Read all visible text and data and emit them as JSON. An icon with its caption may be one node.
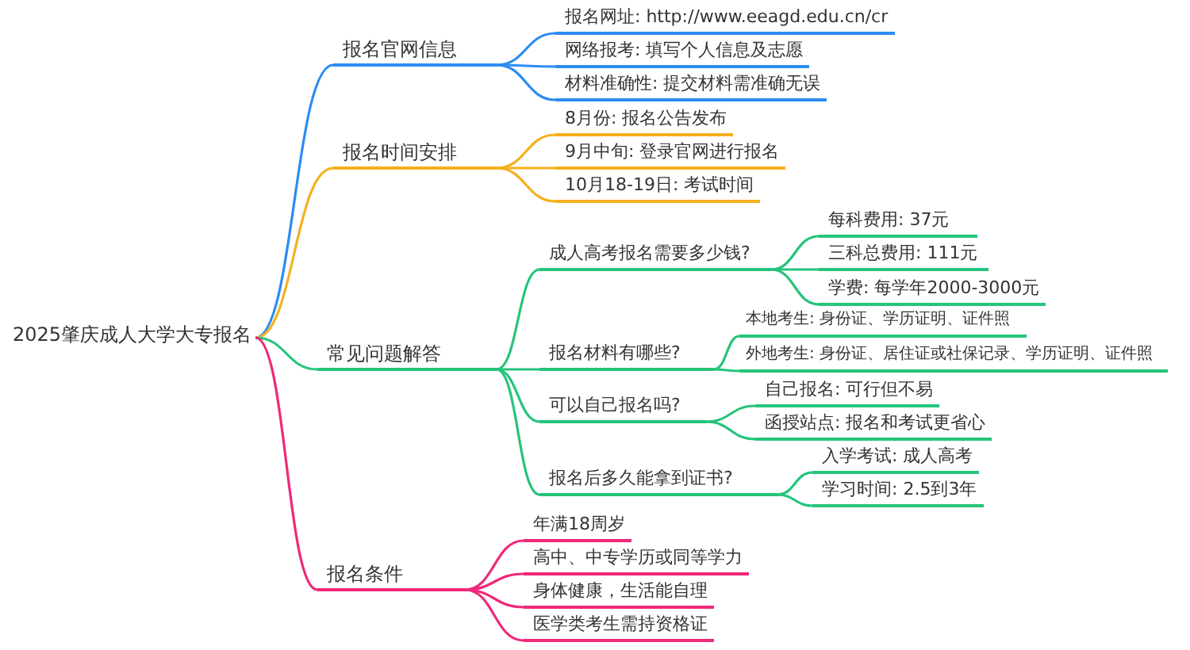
{
  "diagram": {
    "nodes": [
      {
        "text": [
          "2025肇庆成人大学大专报名"
        ]
      },
      {
        "text": [
          "报名官网信息"
        ]
      },
      {
        "text": [
          "报名网址: http://www.eeagd.edu.cn/cr"
        ]
      },
      {
        "text": [
          "网络报考: 填写个人信息及志愿"
        ]
      },
      {
        "text": [
          "材料准确性: 提交材料需准确无误"
        ]
      },
      {
        "text": [
          "报名时间安排"
        ]
      },
      {
        "text": [
          "8月份: 报名公告发布"
        ]
      },
      {
        "text": [
          "9月中旬: 登录官网进行报名"
        ]
      },
      {
        "text": [
          "10月18-19日: 考试时间"
        ]
      },
      {
        "text": [
          "常见问题解答"
        ]
      },
      {
        "text": [
          "成人高考报名需要多少钱?"
        ]
      },
      {
        "text": [
          "每科费用: 37元"
        ]
      },
      {
        "text": [
          "三科总费用: 111元"
        ]
      },
      {
        "text": [
          "学费: 每学年2000-3000元"
        ]
      },
      {
        "text": [
          "报名材料有哪些?"
        ]
      },
      {
        "text": [
          "本地考生: 身份证、学历证明、证件照"
        ]
      },
      {
        "text": [
          "外地考生: 身份证、居住证或社保记录、学历证明、证件照"
        ]
      },
      {
        "text": [
          "可以自己报名吗?"
        ]
      },
      {
        "text": [
          "自己报名: 可行但不易"
        ]
      },
      {
        "text": [
          "函授站点: 报名和考试更省心"
        ]
      },
      {
        "text": [
          "报名后多久能拿到证书?"
        ]
      },
      {
        "text": [
          "入学考试: 成人高考"
        ]
      },
      {
        "text": [
          "学习时间: 2.5到3年"
        ]
      },
      {
        "text": [
          "报名条件"
        ]
      },
      {
        "text": [
          "年满18周岁"
        ]
      },
      {
        "text": [
          "高中、中专学历或同等学力"
        ]
      },
      {
        "text": [
          "身体健康，生活能自理"
        ]
      },
      {
        "text": [
          "医学类考生需持资格证"
        ]
      }
    ],
    "edges": [
      {
        "from": 0,
        "to": 1,
        "arrow": "none",
        "color": "#2b8cf2"
      },
      {
        "from": 1,
        "to": 2,
        "arrow": "none",
        "color": "#2b8cf2"
      },
      {
        "from": 1,
        "to": 3,
        "arrow": "none",
        "color": "#2b8cf2"
      },
      {
        "from": 1,
        "to": 4,
        "arrow": "none",
        "color": "#2b8cf2"
      },
      {
        "from": 0,
        "to": 5,
        "arrow": "none",
        "color": "#f5b01e"
      },
      {
        "from": 5,
        "to": 6,
        "arrow": "none",
        "color": "#f5b01e"
      },
      {
        "from": 5,
        "to": 7,
        "arrow": "none",
        "color": "#f5b01e"
      },
      {
        "from": 5,
        "to": 8,
        "arrow": "none",
        "color": "#f5b01e"
      },
      {
        "from": 0,
        "to": 9,
        "arrow": "none"
      },
      {
        "from": 9,
        "to": 10,
        "arrow": "none"
      },
      {
        "from": 10,
        "to": 11,
        "arrow": "none"
      },
      {
        "from": 10,
        "to": 12,
        "arrow": "none"
      },
      {
        "from": 10,
        "to": 13,
        "arrow": "none"
      },
      {
        "from": 9,
        "to": 14,
        "arrow": "none"
      },
      {
        "from": 14,
        "to": 15,
        "arrow": "none"
      },
      {
        "from": 14,
        "to": 16,
        "arrow": "none"
      },
      {
        "from": 9,
        "to": 17,
        "arrow": "none"
      },
      {
        "from": 17,
        "to": 18,
        "arrow": "none"
      },
      {
        "from": 17,
        "to": 19,
        "arrow": "none"
      },
      {
        "from": 9,
        "to": 20,
        "arrow": "none"
      },
      {
        "from": 20,
        "to": 21,
        "arrow": "none"
      },
      {
        "from": 20,
        "to": 22,
        "arrow": "none"
      },
      {
        "from": 0,
        "to": 23,
        "arrow": "none",
        "color": "#f0287a"
      },
      {
        "from": 23,
        "to": 24,
        "arrow": "none",
        "color": "#f0287a"
      },
      {
        "from": 23,
        "to": 25,
        "arrow": "none",
        "color": "#f0287a"
      },
      {
        "from": 23,
        "to": 26,
        "arrow": "none",
        "color": "#f0287a"
      },
      {
        "from": 23,
        "to": 27,
        "arrow": "none",
        "color": "#f0287a"
      }
    ]
  }
}
